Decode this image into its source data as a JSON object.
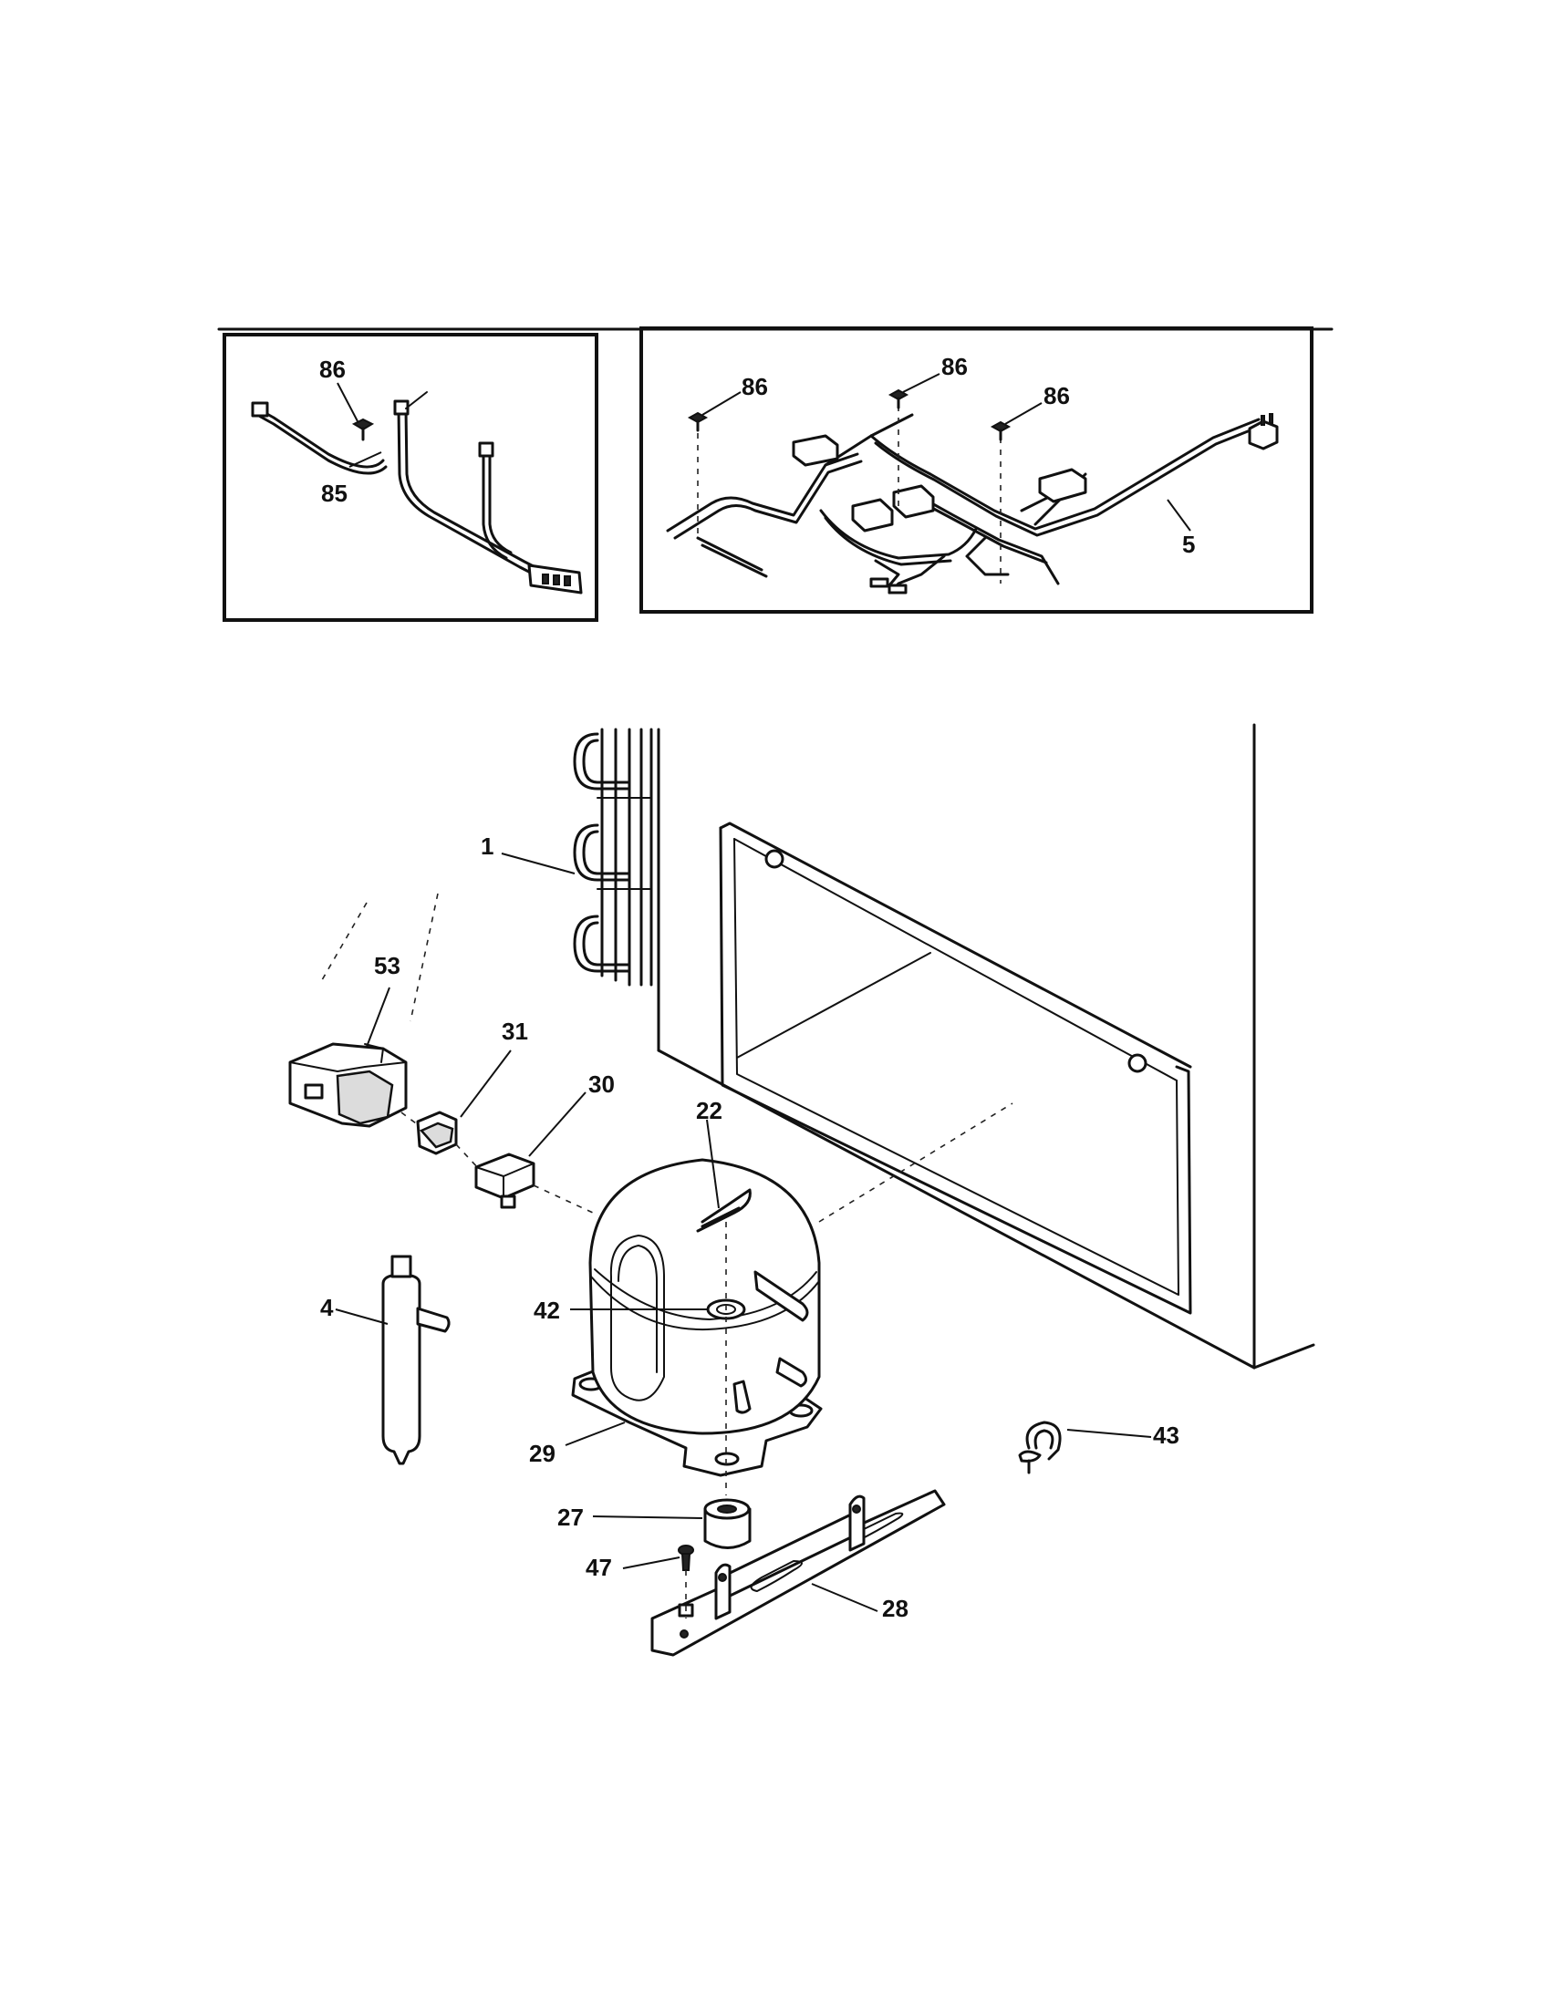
{
  "callouts": {
    "c1": "1",
    "c4": "4",
    "c5": "5",
    "c22": "22",
    "c27": "27",
    "c28": "28",
    "c29": "29",
    "c30": "30",
    "c31": "31",
    "c42": "42",
    "c43": "43",
    "c47": "47",
    "c53": "53",
    "c85": "85",
    "c86a": "86",
    "c86b": "86",
    "c86c": "86",
    "c86d": "86"
  }
}
